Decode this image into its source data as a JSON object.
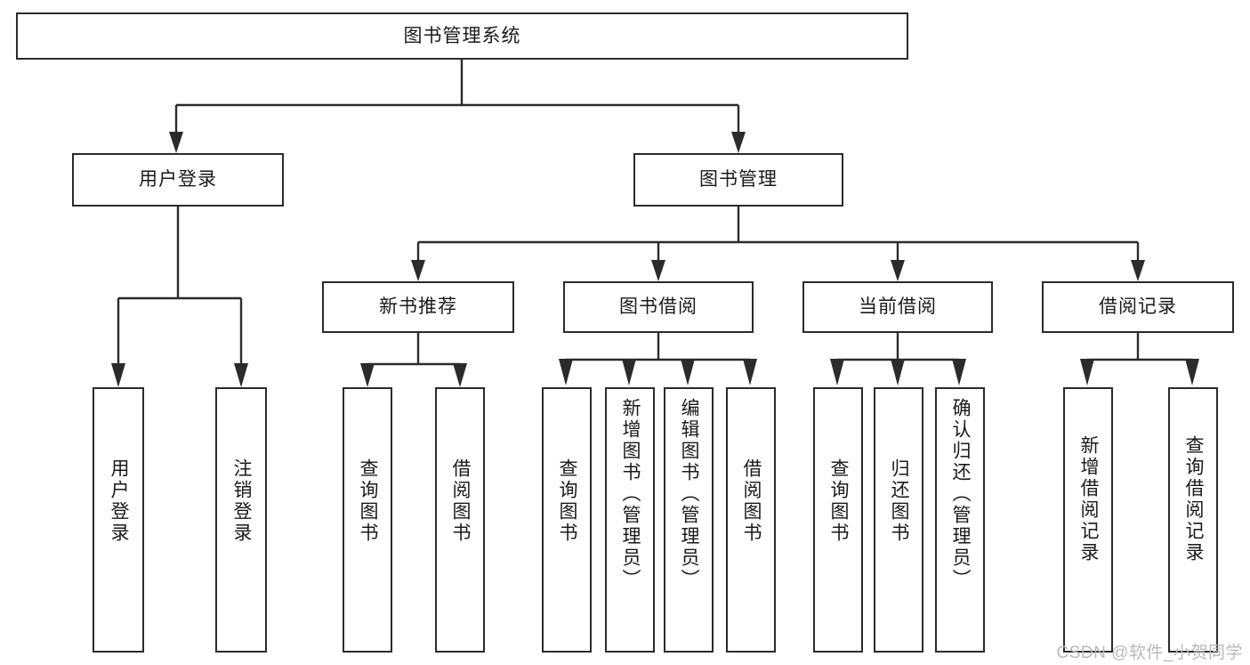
{
  "diagram": {
    "type": "tree-hierarchy",
    "title": "图书管理系统",
    "watermark": "CSDN @软件_小贺同学",
    "colors": {
      "stroke": "#2b2b2b",
      "box_fill": "#ffffff",
      "text": "#1a1a1a",
      "watermark": "#b9b9b9",
      "background": "#ffffff"
    }
  },
  "root": {
    "id": "root",
    "label": "图书管理系统",
    "orientation": "horizontal"
  },
  "level2": [
    {
      "id": "user-login",
      "label": "用户登录",
      "orientation": "horizontal"
    },
    {
      "id": "book-manage",
      "label": "图书管理",
      "orientation": "horizontal"
    }
  ],
  "level3": [
    {
      "id": "new-book-recommend",
      "label": "新书推荐",
      "orientation": "horizontal",
      "parent": "book-manage"
    },
    {
      "id": "book-borrow",
      "label": "图书借阅",
      "orientation": "horizontal",
      "parent": "book-manage"
    },
    {
      "id": "current-borrow",
      "label": "当前借阅",
      "orientation": "horizontal",
      "parent": "book-manage"
    },
    {
      "id": "borrow-record",
      "label": "借阅记录",
      "orientation": "horizontal",
      "parent": "book-manage"
    }
  ],
  "leaves": [
    {
      "id": "leaf-user-login",
      "label": "用户登录",
      "parent": "user-login",
      "orientation": "vertical"
    },
    {
      "id": "leaf-user-logout",
      "label": "注销登录",
      "parent": "user-login",
      "orientation": "vertical"
    },
    {
      "id": "leaf-query-book-1",
      "label": "查询图书",
      "parent": "new-book-recommend",
      "orientation": "vertical"
    },
    {
      "id": "leaf-borrow-book-1",
      "label": "借阅图书",
      "parent": "new-book-recommend",
      "orientation": "vertical"
    },
    {
      "id": "leaf-query-book-2",
      "label": "查询图书",
      "parent": "book-borrow",
      "orientation": "vertical"
    },
    {
      "id": "leaf-add-book",
      "label": "新增图书（管理员）",
      "parent": "book-borrow",
      "orientation": "vertical"
    },
    {
      "id": "leaf-edit-book",
      "label": "编辑图书（管理员）",
      "parent": "book-borrow",
      "orientation": "vertical"
    },
    {
      "id": "leaf-borrow-book-2",
      "label": "借阅图书",
      "parent": "book-borrow",
      "orientation": "vertical"
    },
    {
      "id": "leaf-query-book-3",
      "label": "查询图书",
      "parent": "current-borrow",
      "orientation": "vertical"
    },
    {
      "id": "leaf-return-book",
      "label": "归还图书",
      "parent": "current-borrow",
      "orientation": "vertical"
    },
    {
      "id": "leaf-confirm-return",
      "label": "确认归还（管理员）",
      "parent": "current-borrow",
      "orientation": "vertical"
    },
    {
      "id": "leaf-add-record",
      "label": "新增借阅记录",
      "parent": "borrow-record",
      "orientation": "vertical"
    },
    {
      "id": "leaf-query-record",
      "label": "查询借阅记录",
      "parent": "borrow-record",
      "orientation": "vertical"
    }
  ]
}
